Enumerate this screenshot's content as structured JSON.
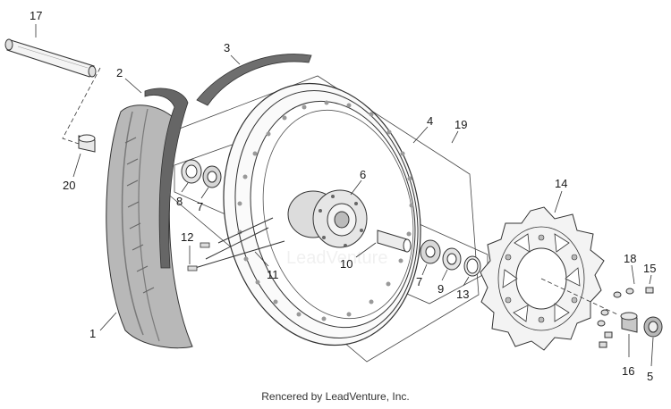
{
  "diagram": {
    "colors": {
      "line": "#333333",
      "tire": "#b5b5b5",
      "tire_dark": "#8a8a8a",
      "strip": "#6e6e6e",
      "hub": "#d8d8d8",
      "disc": "#f2f2f2"
    },
    "labels": {
      "p1": "1",
      "p2": "2",
      "p3": "3",
      "p4": "4",
      "p5": "5",
      "p6": "6",
      "p7a": "7",
      "p7b": "7",
      "p8": "8",
      "p9": "9",
      "p10": "10",
      "p11": "11",
      "p12": "12",
      "p13": "13",
      "p14": "14",
      "p15": "15",
      "p16": "16",
      "p17": "17",
      "p18": "18",
      "p19": "19",
      "p20": "20"
    },
    "watermark": "LeadVenture"
  },
  "footer": {
    "credit": "Rencered by LeadVenture, Inc."
  }
}
